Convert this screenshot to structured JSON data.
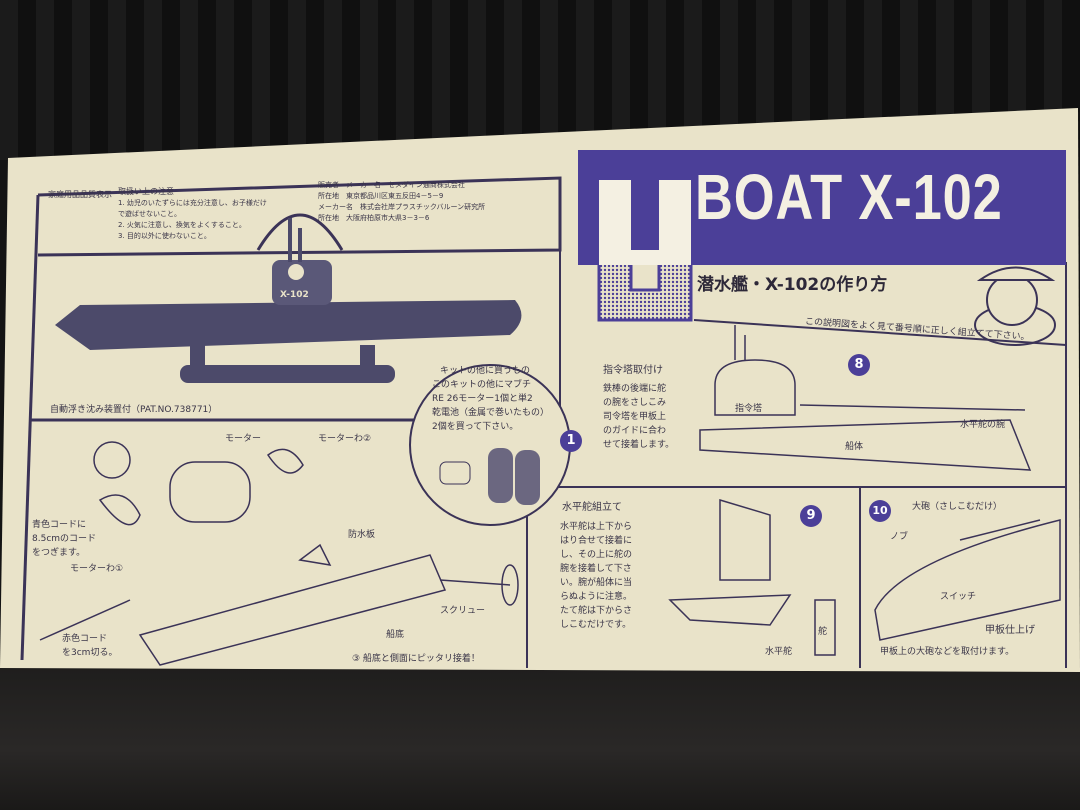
{
  "header": {
    "title": "BOAT X-102",
    "big_letter": "U",
    "subtitle": "潜水艦・X-102の作り方",
    "diagonal_note": "この説明図をよく見て番号順に正しく組立てて下さい。"
  },
  "colors": {
    "accent": "#4b3f98",
    "paper": "#e9e3c9",
    "background": "#141414"
  },
  "info_box": {
    "label": "家庭用品品質表示",
    "caution_title": "取扱い上の注意",
    "cautions": [
      "1. 幼児のいたずらには充分注意し、お子様だけで遊ばせないこと。",
      "2. 火気に注意し、換気をよくすること。",
      "3. 目的以外に使わないこと。"
    ],
    "maker_rows": [
      "販売者　メーカー名　セメダイン通商株式会社",
      "所在地　東京都品川区東五反田4－5－9",
      "メーカー名　株式会社岸プラスチックバルーン研究所",
      "所在地　大阪府柏原市大県3－3－6"
    ]
  },
  "model": {
    "hull_marking": "X-102",
    "patent": "自動浮き沈み装置付（PAT.NO.738771）"
  },
  "step1": {
    "number": "1",
    "title": "キットの他に買うもの",
    "text": "このキットの他にマブチ\nRE 26モーター1個と単2\n乾電池（金属で巻いたもの）\n2個を買って下さい。"
  },
  "motor_section": {
    "labels": {
      "motor": "モーター",
      "motor_cover_2": "モーターわ②",
      "motor_cover_1": "モーターわ①",
      "cord_note": "青色コードに\n8.5cmのコード\nをつぎます。",
      "red_cord": "赤色コード\nを3cm切る。",
      "bulkhead": "防水板",
      "screw": "スクリュー",
      "hull_bottom": "船底"
    },
    "step3_text": "③ 船底と側面にピッタリ接着！"
  },
  "step8": {
    "number": "8",
    "title": "指令塔取付け",
    "text": "鉄棒の後端に舵\nの腕をさしこみ\n司令塔を甲板上\nのガイドに合わ\nせて接着します。",
    "labels": {
      "tower": "指令塔",
      "rudder_arm": "水平舵の腕",
      "hull": "船体"
    }
  },
  "step9": {
    "number": "9",
    "title": "水平舵組立て",
    "text": "水平舵は上下から\nはり合せて接着に\nし、その上に舵の\n腕を接着して下さ\nい。腕が船体に当\nらぬように注意。\nたて舵は下からさ\nしこむだけです。",
    "labels": {
      "hydroplane": "水平舵",
      "rudder": "舵"
    }
  },
  "step10": {
    "number": "10",
    "title": "甲板仕上げ",
    "text": "甲板上の大砲などを取付けます。",
    "labels": {
      "cannon": "大砲（さしこむだけ）",
      "knob": "ノブ",
      "switch": "スイッチ"
    }
  }
}
